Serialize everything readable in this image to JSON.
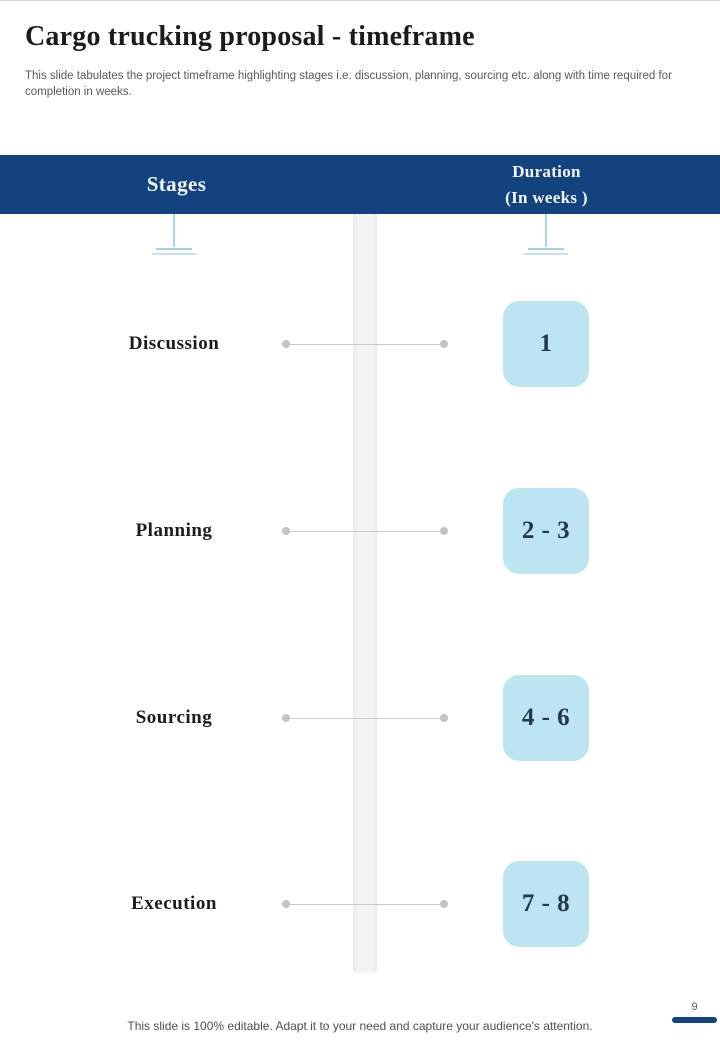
{
  "slide": {
    "title": "Cargo trucking proposal - timeframe",
    "subtitle": "This slide tabulates the project timeframe highlighting stages i.e. discussion, planning, sourcing etc. along with time required for completion in weeks.",
    "footer": "This slide is 100% editable. Adapt it to your need and capture your audience's attention.",
    "page_number": "9"
  },
  "table": {
    "col_stages": "Stages",
    "col_duration_line1": "Duration",
    "col_duration_line2": "(In weeks )"
  },
  "rows": [
    {
      "stage": "Discussion",
      "duration": "1"
    },
    {
      "stage": "Planning",
      "duration": "2 - 3"
    },
    {
      "stage": "Sourcing",
      "duration": "4 - 6"
    },
    {
      "stage": "Execution",
      "duration": "7 - 8"
    }
  ],
  "colors": {
    "header_bg": "#12437e",
    "duration_box_bg": "#bce5f1",
    "pin_blue": "#a9d6e5",
    "connector_gray": "#cbcbcb",
    "timeline_bar_gray": "#f2f2f2",
    "page_dash_navy": "#12437e"
  }
}
